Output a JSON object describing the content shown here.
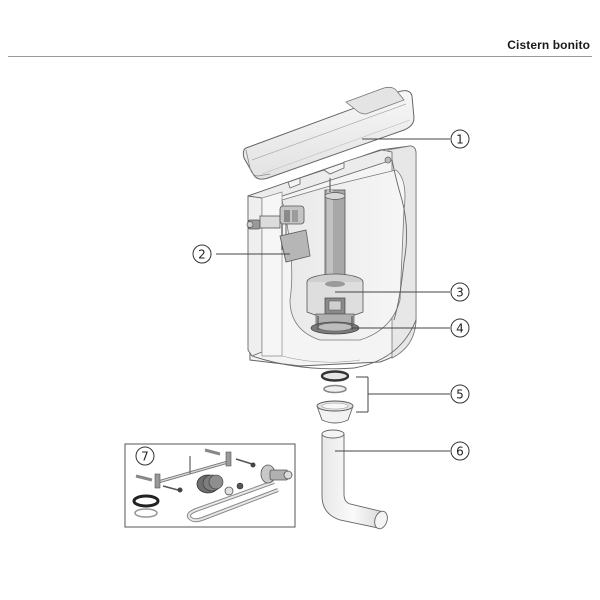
{
  "header": {
    "title": "Cistern bonito"
  },
  "diagram": {
    "type": "exploded-parts-diagram",
    "subject": "Cistern",
    "callouts": [
      {
        "number": "1",
        "label": "1",
        "part": "cistern-lid"
      },
      {
        "number": "2",
        "label": "2",
        "part": "fill-valve"
      },
      {
        "number": "3",
        "label": "3",
        "part": "flush-valve"
      },
      {
        "number": "4",
        "label": "4",
        "part": "flush-valve-seal"
      },
      {
        "number": "5",
        "label": "5",
        "part": "seals-and-cone-connector"
      },
      {
        "number": "6",
        "label": "6",
        "part": "flush-pipe-bend"
      },
      {
        "number": "7",
        "label": "7",
        "part": "mounting-kit"
      }
    ],
    "colors": {
      "line": "#555555",
      "fill_light": "#f2f2f2",
      "fill_mid": "#d6d6d6",
      "fill_dark": "#8c8c8c",
      "callout_line": "#444444"
    }
  }
}
